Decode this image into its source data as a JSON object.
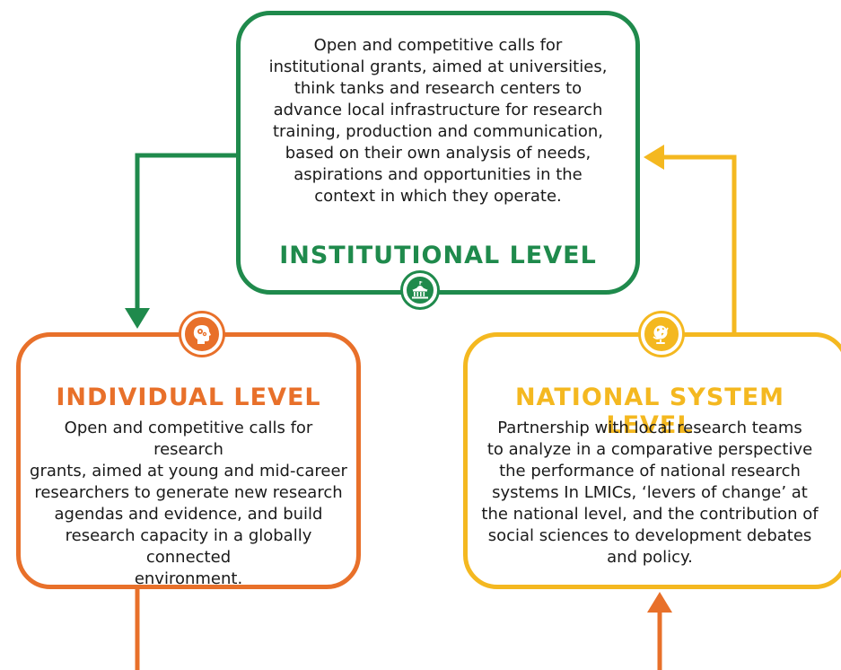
{
  "institutional": {
    "title": "INSTITUTIONAL LEVEL",
    "description_lines": [
      "Open and competitive calls for",
      "institutional grants, aimed at universities,",
      "think tanks and research centers to",
      "advance local infrastructure for research",
      "training, production and communication,",
      "based on their own analysis of needs,",
      "aspirations and opportunities in the",
      "context in which they operate."
    ],
    "icon": "government-building-icon",
    "color": "#1f8a4c"
  },
  "individual": {
    "title": "INDIVIDUAL LEVEL",
    "description_lines": [
      "Open and competitive calls for research",
      "grants, aimed at young and mid-career",
      "researchers to generate new research",
      "agendas and evidence, and build",
      "research capacity in a globally connected",
      "environment."
    ],
    "icon": "head-gears-icon",
    "color": "#e8702a"
  },
  "national": {
    "title": "NATIONAL SYSTEM LEVEL",
    "description_lines": [
      "Partnership with local research teams",
      "to analyze in a comparative perspective",
      "the performance of national research",
      "systems In LMICs, ‘levers of change’ at",
      "the national level, and the contribution of",
      "social sciences to development debates",
      "and policy."
    ],
    "icon": "globe-icon",
    "color": "#f4b820"
  },
  "connector_colors": {
    "institutional_to_individual": "#1f8a4c",
    "national_to_institutional": "#f4b820",
    "individual_to_national": "#e8702a"
  }
}
